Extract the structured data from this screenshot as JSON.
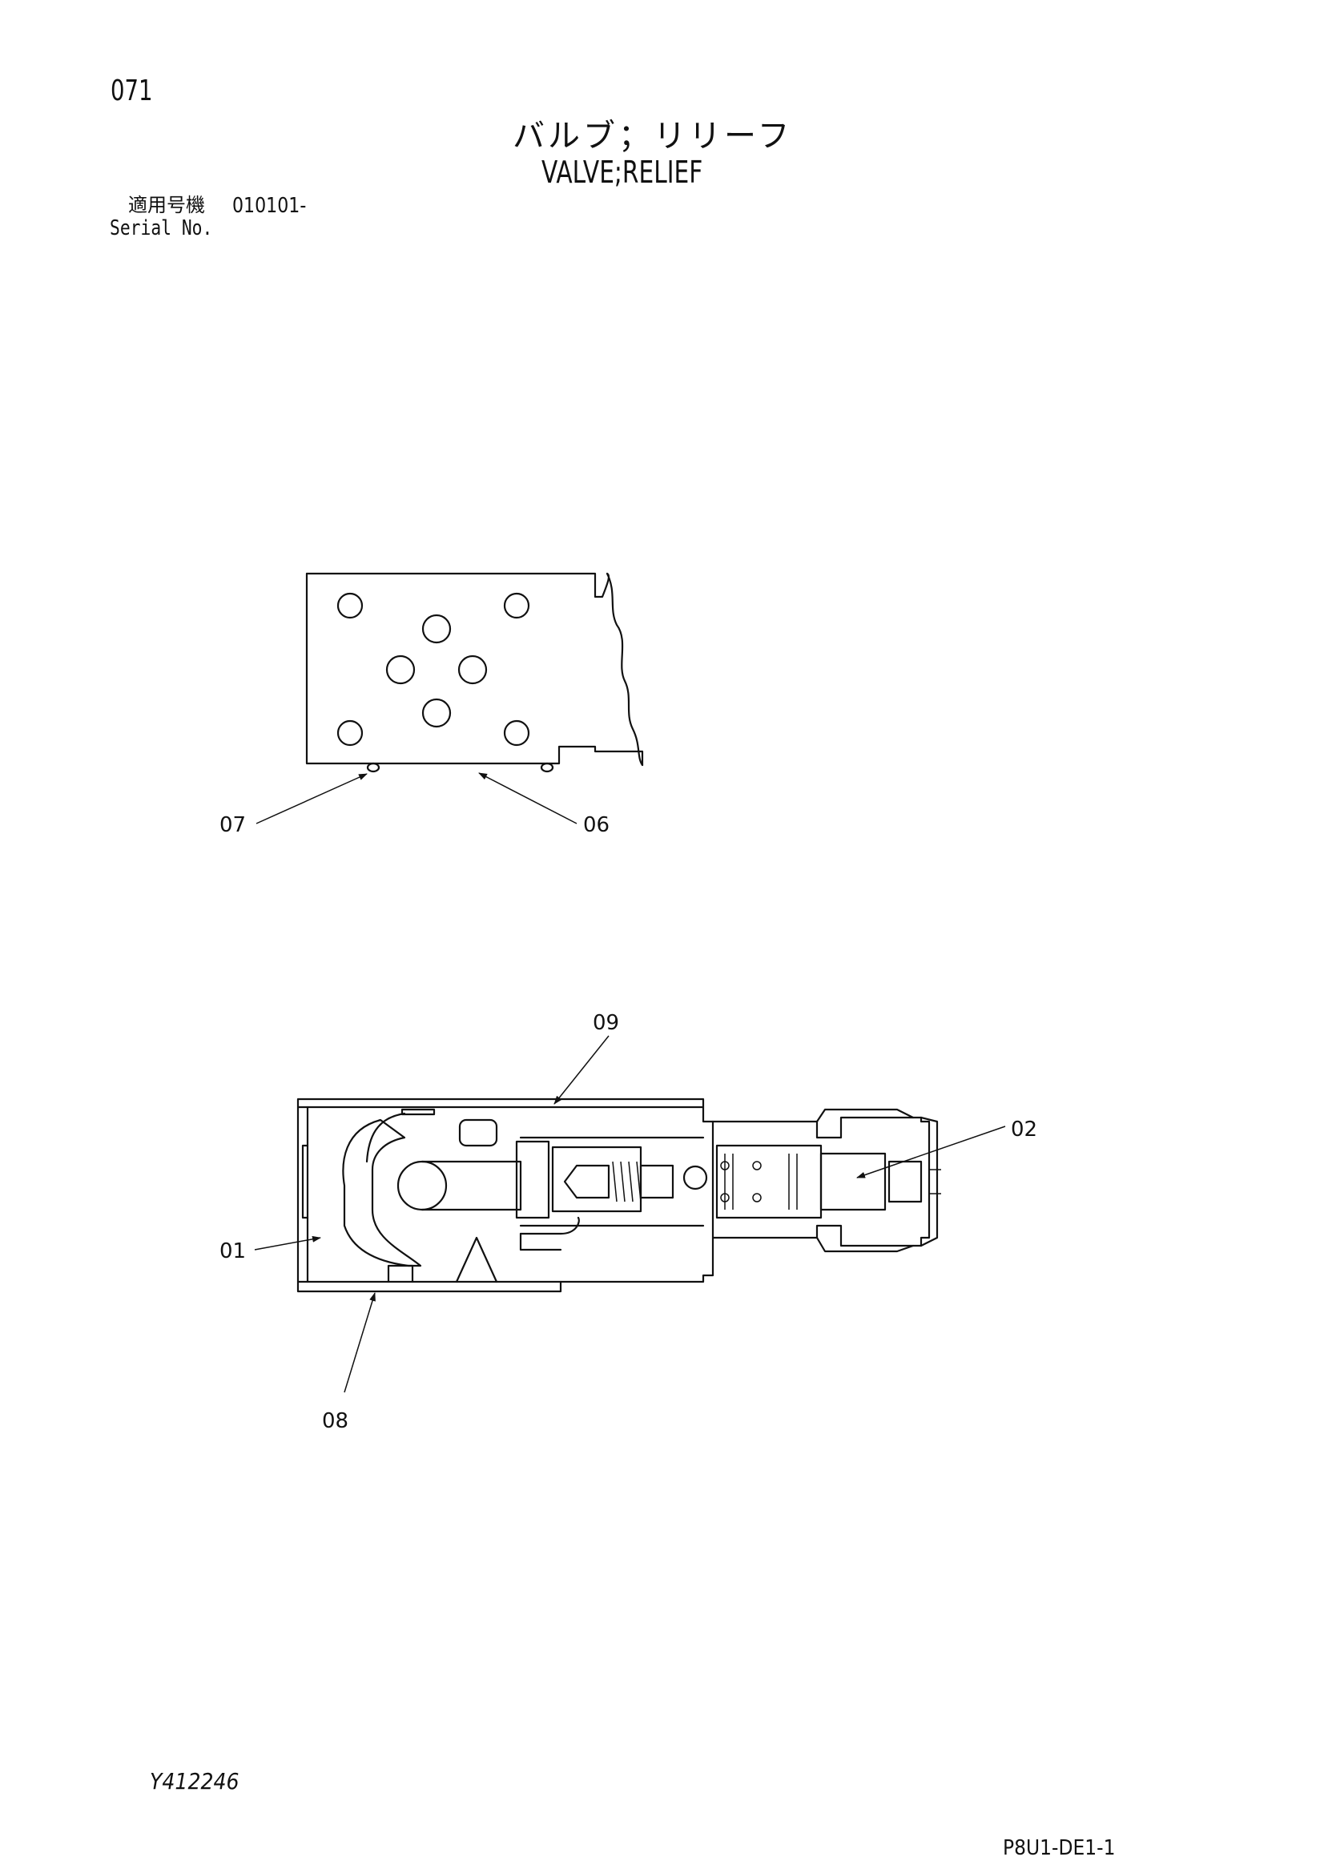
{
  "header": {
    "page_number": "071",
    "title_ja": "バルブ；リリーフ",
    "title_en": "VALVE;RELIEF",
    "serial_label_ja": "適用号機",
    "serial_range": "010101-",
    "serial_label_en": "Serial No."
  },
  "diagram": {
    "callouts_top": [
      "07",
      "06"
    ],
    "callouts_bottom": [
      "09",
      "02",
      "01",
      "08"
    ]
  },
  "footer": {
    "doc_code": "Y412246",
    "page_code": "P8U1-DE1-1"
  }
}
